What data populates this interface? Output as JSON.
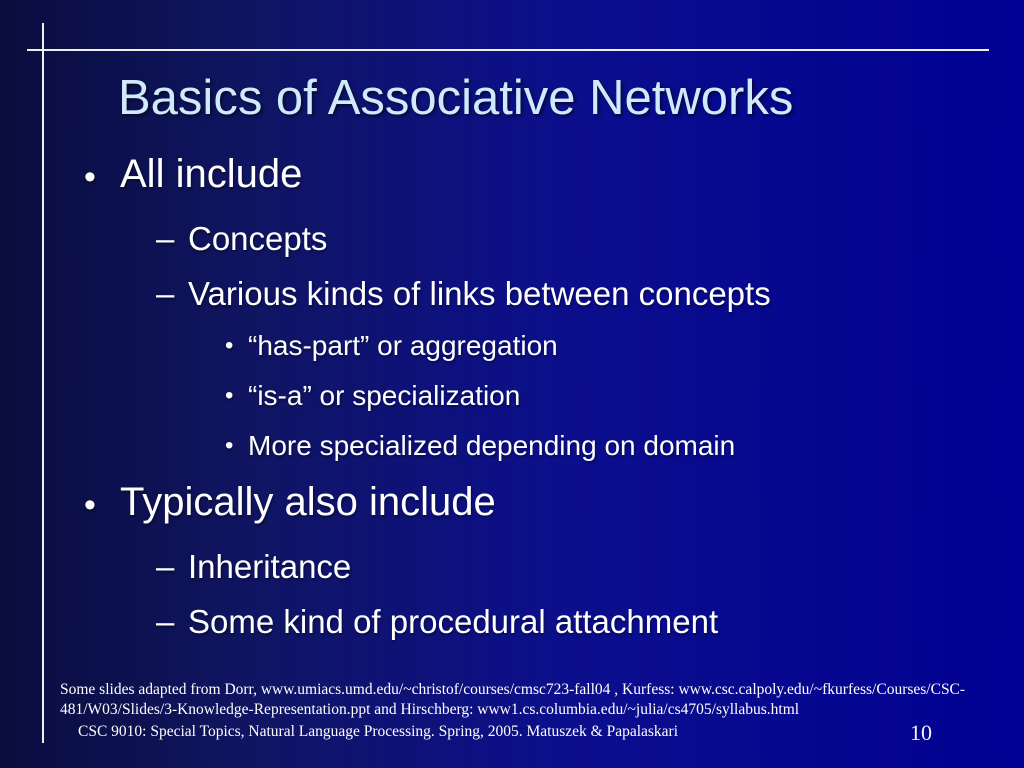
{
  "slide": {
    "title": "Basics of Associative Networks",
    "bullets": [
      {
        "level": 1,
        "marker": "•",
        "text": "All include"
      },
      {
        "level": 2,
        "marker": "–",
        "text": "Concepts"
      },
      {
        "level": 2,
        "marker": "–",
        "text": "Various kinds of links between concepts"
      },
      {
        "level": 3,
        "marker": "•",
        "text": "“has-part” or aggregation"
      },
      {
        "level": 3,
        "marker": "•",
        "text": "“is-a” or specialization"
      },
      {
        "level": 3,
        "marker": "•",
        "text": "More specialized depending on domain"
      },
      {
        "level": 1,
        "marker": "•",
        "text": "Typically also include"
      },
      {
        "level": 2,
        "marker": "–",
        "text": "Inheritance"
      },
      {
        "level": 2,
        "marker": "–",
        "text": "Some kind of procedural attachment"
      }
    ],
    "footnote_lines": [
      "Some slides adapted from  Dorr,  www.umiacs.umd.edu/~christof/courses/cmsc723-fall04 , Kurfess:  www.csc.calpoly.edu/~fkurfess/Courses/CSC-",
      "481/W03/Slides/3-Knowledge-Representation.ppt and Hirschberg: www1.cs.columbia.edu/~julia/cs4705/syllabus.html"
    ],
    "credits": "CSC 9010:  Special Topics,  Natural Language Processing.  Spring, 2005.  Matuszek & Papalaskari",
    "page_number": "10",
    "colors": {
      "background_left": "#0a0d3d",
      "background_mid": "#0c0f8c",
      "background_right": "#000092",
      "title_text": "#cfeafd",
      "body_text": "#ffffff",
      "rule_lines": "#efefef"
    }
  }
}
